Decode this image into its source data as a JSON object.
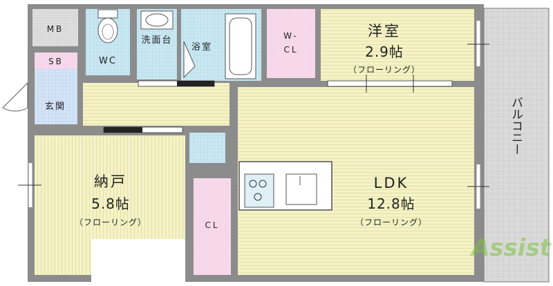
{
  "rooms": {
    "yoshitsu": {
      "name": "洋室",
      "size": "2.9帖",
      "floor": "（フローリング）"
    },
    "ldk": {
      "name": "LDK",
      "size": "12.8帖",
      "floor": "（フローリング）"
    },
    "nando": {
      "name": "納戸",
      "size": "5.8帖",
      "floor": "（フローリング）"
    },
    "cl": "CL",
    "wcl_top": "W-",
    "wcl_bottom": "CL",
    "mb": "MB",
    "sb": "SB",
    "wc": "WC",
    "senmen": "洗面台",
    "yokushitsu": "浴室",
    "genkan": "玄関",
    "balcony": "バルコニー"
  },
  "watermark": "Assist",
  "colors": {
    "floor": "#f2f0c2",
    "wet": "#c8e8f0",
    "storage": "#f6d8ec",
    "mb": "#dcdcdc",
    "balcony": "#d6d6d6",
    "genkan": "#cfe0f4"
  }
}
